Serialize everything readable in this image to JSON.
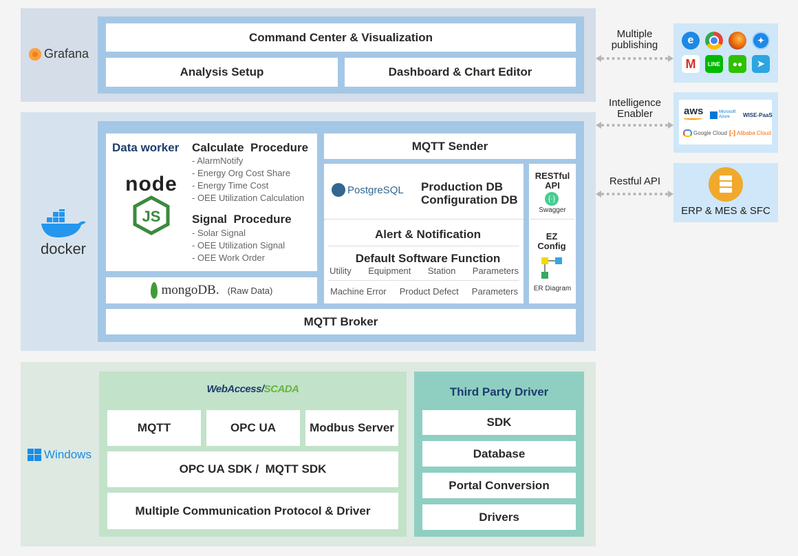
{
  "grafana": {
    "logo": "Grafana",
    "command_center": "Command Center & Visualization",
    "analysis_setup": "Analysis Setup",
    "dashboard_editor": "Dashboard & Chart Editor"
  },
  "docker": {
    "logo": "docker",
    "data_worker": "Data worker",
    "nodejs_logo": "node",
    "js_logo": "JS",
    "calculate_title": "Calculate  Procedure",
    "calculate_items": [
      "- AlarmNotify",
      "- Energy Org Cost Share",
      "- Energy Time Cost",
      "- OEE Utilization Calculation"
    ],
    "signal_title": "Signal  Procedure",
    "signal_items": [
      "- Solar Signal",
      "- OEE Utilization Signal",
      "- OEE Work Order"
    ],
    "mongodb": "mongoDB.",
    "mongodb_note": "(Raw Data)",
    "mqtt_sender": "MQTT Sender",
    "postgresql": "PostgreSQL",
    "production_db": "Production DB",
    "configuration_db": "Configuration DB",
    "alert": "Alert & Notification",
    "default_function": "Default Software Function",
    "default_row1": [
      "Utility",
      "Equipment",
      "Station",
      "Parameters"
    ],
    "default_row2": [
      "Machine Error",
      "Product Defect",
      "Parameters"
    ],
    "restful_api": "RESTful API",
    "swagger": "Swagger",
    "ez_config": "EZ Config",
    "er_diagram": "ER Diagram",
    "mqtt_broker": "MQTT Broker"
  },
  "windows": {
    "logo": "Windows",
    "webaccess_a": "WebAccess/",
    "webaccess_b": "SCADA",
    "mqtt": "MQTT",
    "opc_ua": "OPC UA",
    "modbus": "Modbus Server",
    "sdk_row": "OPC UA SDK /  MQTT SDK",
    "protocol_row": "Multiple Communication Protocol & Driver",
    "third_party": "Third Party Driver",
    "sdk": "SDK",
    "database": "Database",
    "portal": "Portal Conversion",
    "drivers": "Drivers"
  },
  "external": {
    "multiple_publishing": "Multiple publishing",
    "intelligence_enabler": "Intelligence Enabler",
    "restful": "Restful API",
    "cloud_aws": "aws",
    "cloud_azure": "Microsoft Azure",
    "cloud_wise": "WISE-PaaS",
    "cloud_google": "Google Cloud",
    "cloud_alibaba": "Alibaba Cloud",
    "erp": "ERP & MES & SFC"
  },
  "colors": {
    "accent_dark_blue": "#1d3d6e",
    "grafana_orange": "#f57c1f",
    "docker_blue": "#2496ed",
    "windows_blue": "#1a8ce8",
    "node_green": "#3c8a3e",
    "erp_orange": "#f0a92c",
    "scada_green": "#6ab33e"
  }
}
